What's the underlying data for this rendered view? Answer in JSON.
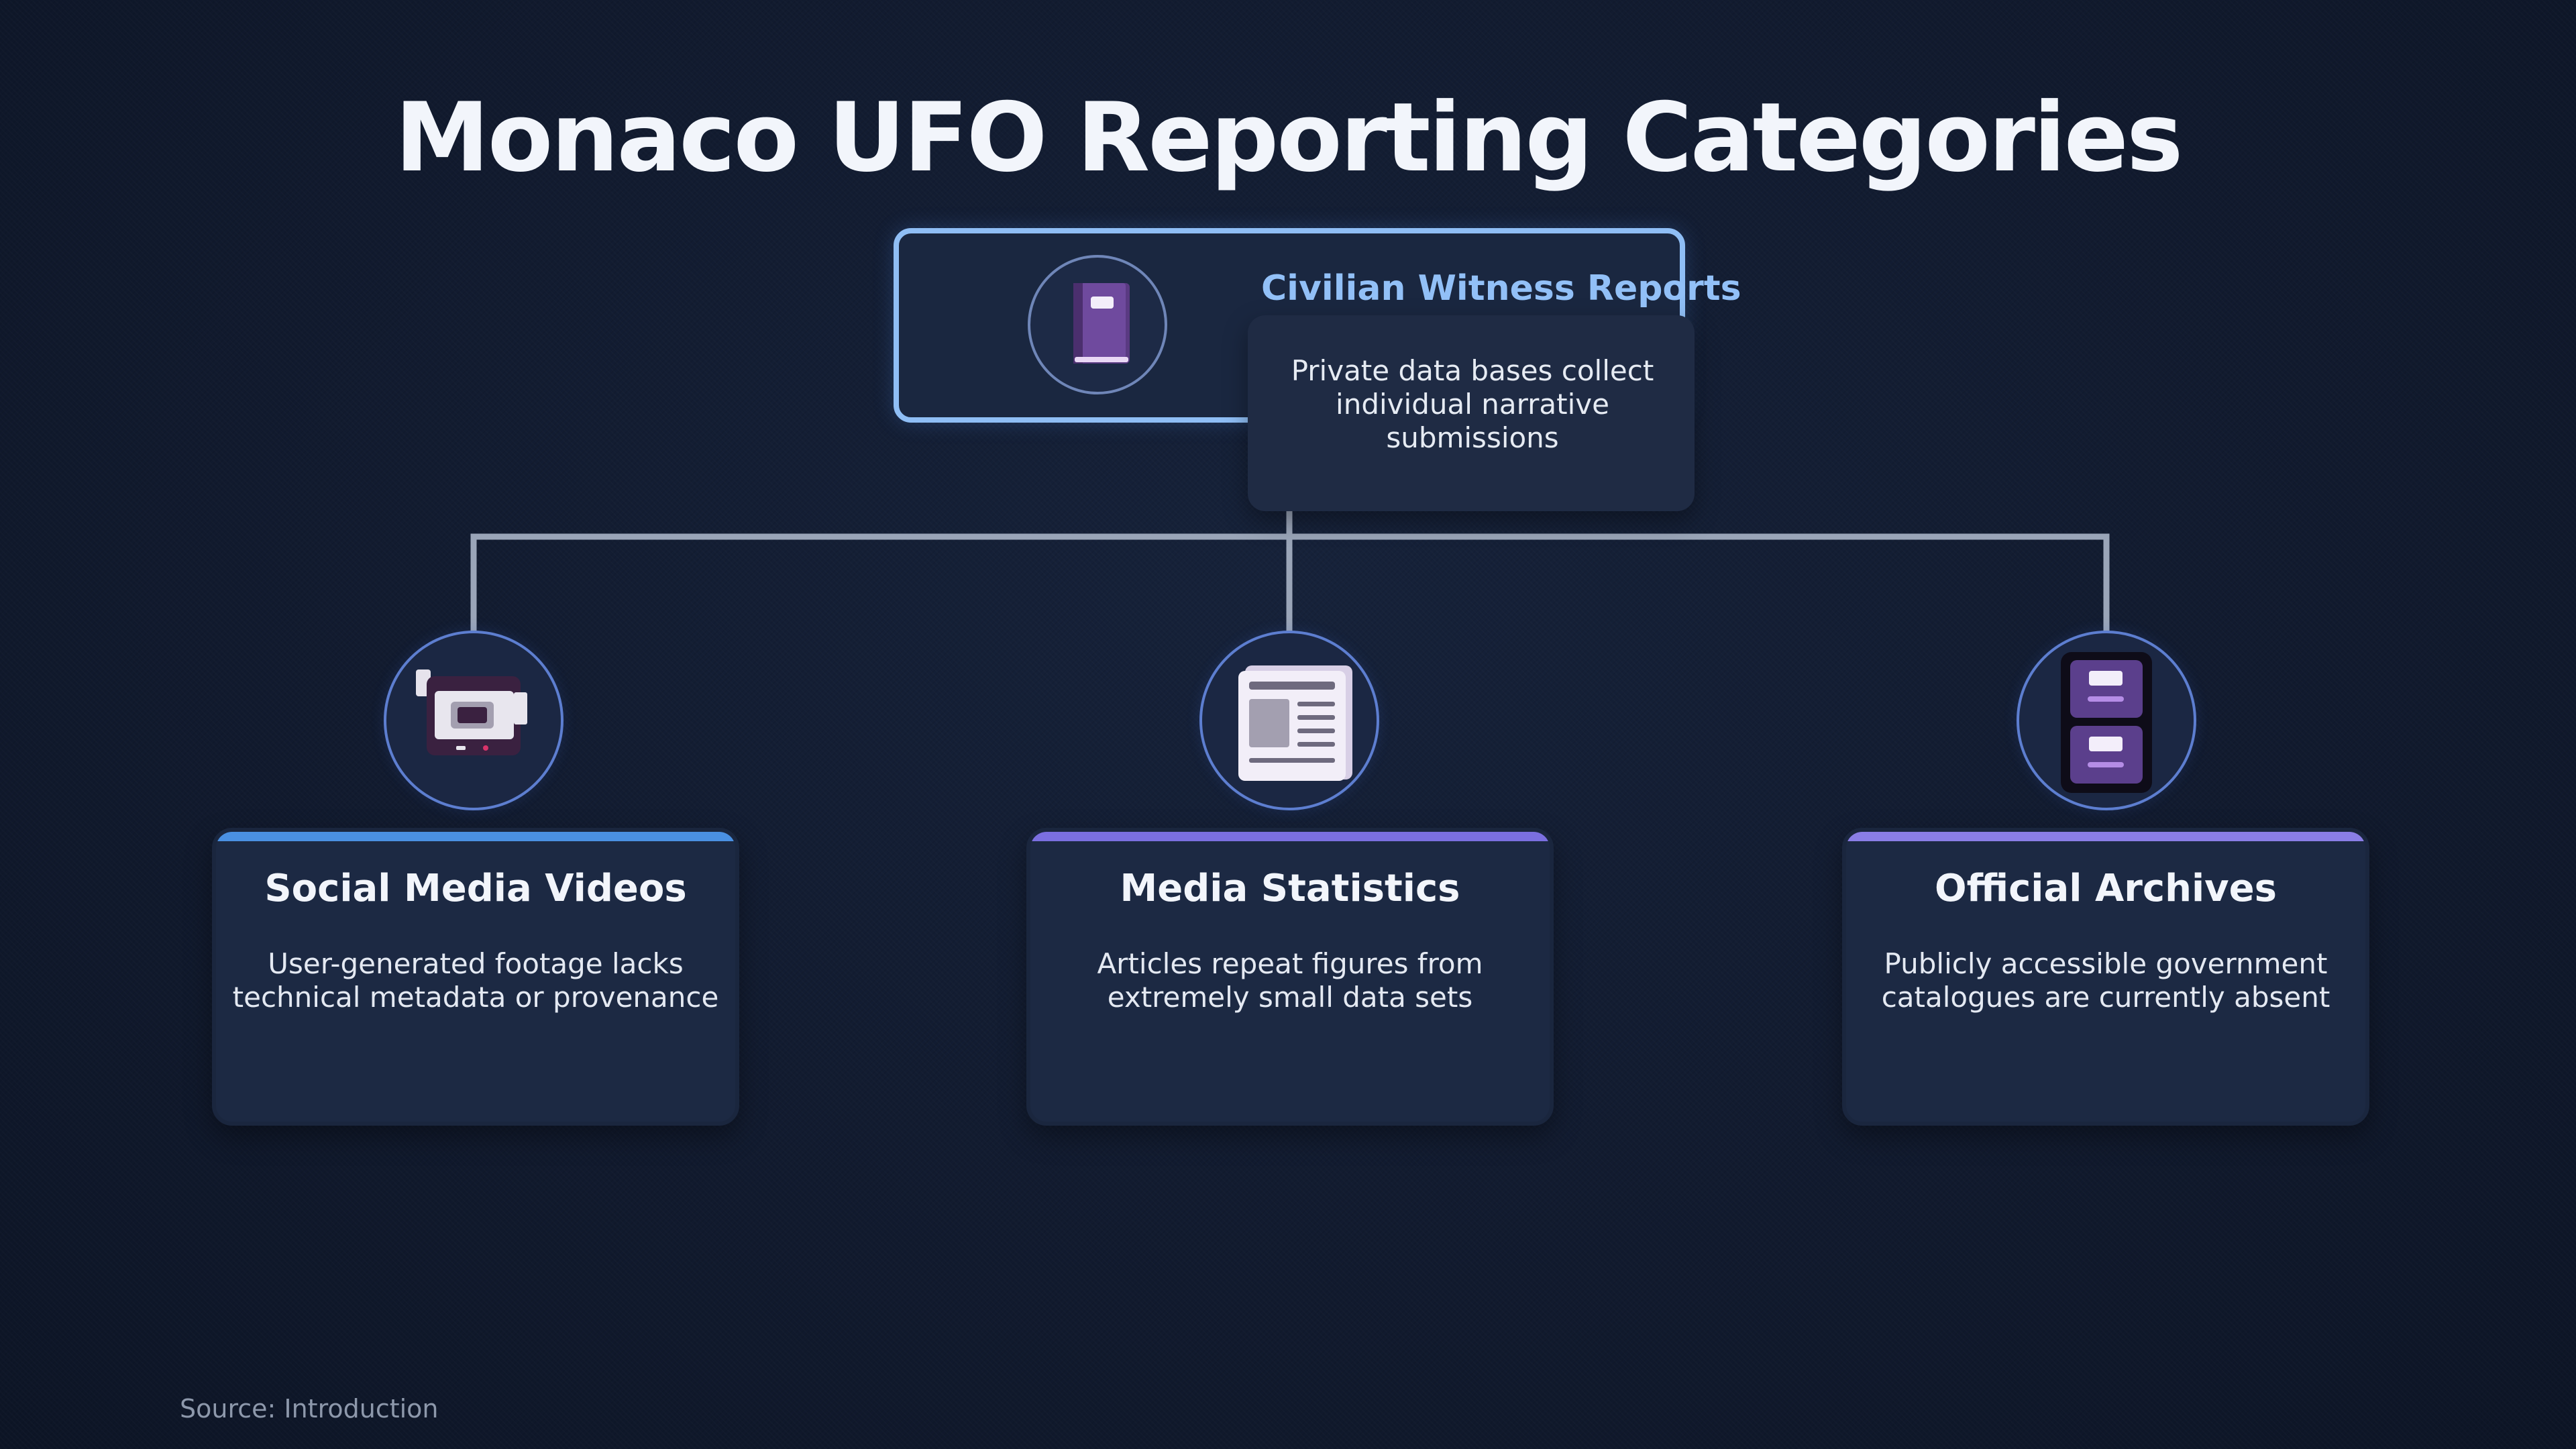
{
  "title": "Monaco UFO Reporting Categories",
  "root": {
    "title": "Civilian Witness Reports",
    "description": "Private data bases collect individual narrative submissions",
    "icon": "notebook-icon"
  },
  "children": [
    {
      "title": "Social Media Videos",
      "description": "User-generated footage lacks technical metadata or provenance",
      "icon": "video-camera-icon",
      "accent": "#4a90e2"
    },
    {
      "title": "Media Statistics",
      "description": "Articles repeat figures from extremely small data sets",
      "icon": "newspaper-icon",
      "accent": "#7b6fe0"
    },
    {
      "title": "Official Archives",
      "description": "Publicly accessible government catalogues are currently absent",
      "icon": "file-cabinet-icon",
      "accent": "#8a7ee6"
    }
  ],
  "source": "Source: Introduction",
  "colors": {
    "root_border": "#8fbef5",
    "root_title": "#92c0f7",
    "connector": "#9aa5b8",
    "background": "#111b30"
  }
}
